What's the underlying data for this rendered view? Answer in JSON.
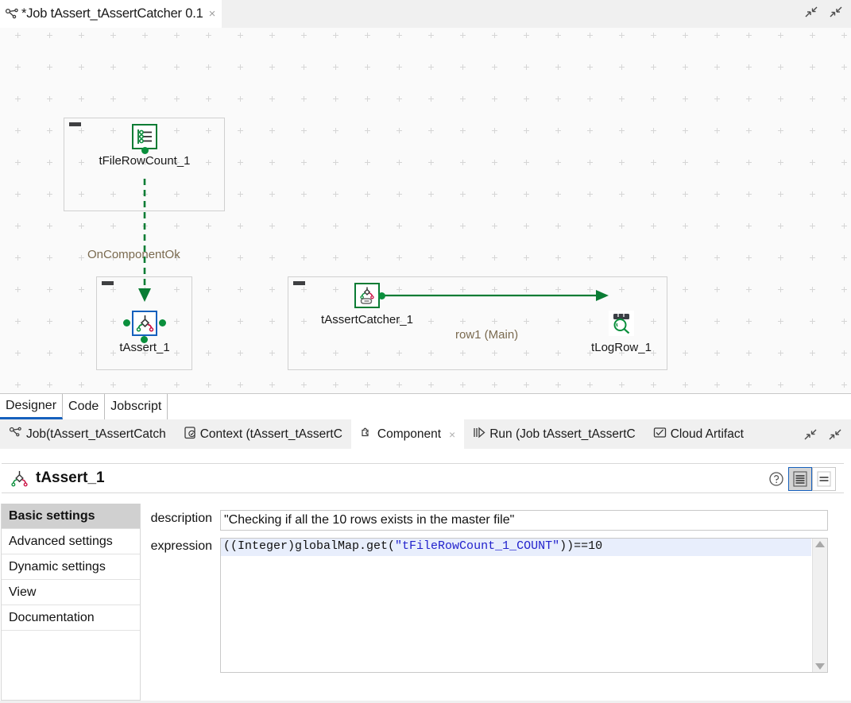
{
  "editor": {
    "tab_icon": "job-icon",
    "tab_title": "*Job tAssert_tAssertCatcher 0.1",
    "close_label": "×",
    "minimize_icon": "minimize-icon",
    "maximize_icon": "maximize-icon"
  },
  "canvas": {
    "subjobs": [
      {
        "name": "subjob-filerowcount"
      },
      {
        "name": "subjob-assert"
      },
      {
        "name": "subjob-assertcatcher"
      }
    ],
    "nodes": [
      {
        "id": "tFileRowCount_1",
        "label": "tFileRowCount_1",
        "icon": "file-row-count-icon",
        "selected": false
      },
      {
        "id": "tAssert_1",
        "label": "tAssert_1",
        "icon": "assert-icon",
        "selected": true
      },
      {
        "id": "tAssertCatcher_1",
        "label": "tAssertCatcher_1",
        "icon": "assert-catcher-icon",
        "selected": false
      },
      {
        "id": "tLogRow_1",
        "label": "tLogRow_1",
        "icon": "log-row-icon",
        "selected": false
      }
    ],
    "connections": [
      {
        "id": "trigger-1",
        "label": "OnComponentOk",
        "style": "dashed",
        "from": "tFileRowCount_1",
        "to": "tAssert_1"
      },
      {
        "id": "flow-1",
        "label": "row1 (Main)",
        "style": "solid",
        "from": "tAssertCatcher_1",
        "to": "tLogRow_1"
      }
    ],
    "grid_color": "#d6d6d6",
    "background": "#fafafa",
    "link_color": "#0a7c34"
  },
  "view_tabs": [
    {
      "label": "Designer",
      "active": true
    },
    {
      "label": "Code",
      "active": false
    },
    {
      "label": "Jobscript",
      "active": false
    }
  ],
  "panel_tabs": [
    {
      "label": "Job(tAssert_tAssertCatch",
      "icon": "job-icon",
      "active": false,
      "closable": false
    },
    {
      "label": "Context (tAssert_tAssertC",
      "icon": "context-icon",
      "active": false,
      "closable": false
    },
    {
      "label": "Component",
      "icon": "puzzle-icon",
      "active": true,
      "closable": true,
      "close_label": "×"
    },
    {
      "label": "Run (Job tAssert_tAssertC",
      "icon": "run-icon",
      "active": false,
      "closable": false
    },
    {
      "label": "Cloud Artifact",
      "icon": "cloud-artifact-icon",
      "active": false,
      "closable": false
    }
  ],
  "component": {
    "icon": "assert-icon",
    "title": "tAssert_1",
    "help_icon": "help-icon",
    "view_mode_buttons": [
      {
        "name": "detailed-view-button",
        "icon": "list-dense-icon",
        "selected": true
      },
      {
        "name": "compact-view-button",
        "icon": "list-sparse-icon",
        "selected": false
      }
    ],
    "settings_tabs": [
      {
        "label": "Basic settings",
        "active": true
      },
      {
        "label": "Advanced settings",
        "active": false
      },
      {
        "label": "Dynamic settings",
        "active": false
      },
      {
        "label": "View",
        "active": false
      },
      {
        "label": "Documentation",
        "active": false
      }
    ],
    "fields": {
      "description_label": "description",
      "description_value": "\"Checking if all the 10 rows exists in the master file\"",
      "expression_label": "expression",
      "expression_prefix": "((Integer)globalMap.get(",
      "expression_string": "\"tFileRowCount_1_COUNT\"",
      "expression_suffix": "))==10"
    }
  },
  "colors": {
    "accent_blue": "#1560bd",
    "talend_green": "#0a7c34",
    "label_brown": "#7a6a4f",
    "string_blue": "#2222cc"
  }
}
